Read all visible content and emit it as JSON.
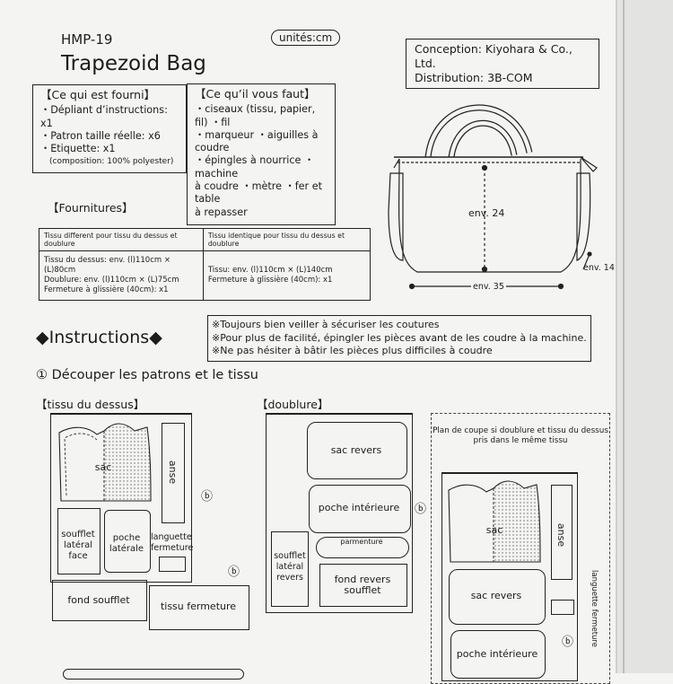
{
  "header": {
    "code": "HMP-19",
    "title": "Trapezoid Bag",
    "units": "unités:cm",
    "conception": "Conception: Kiyohara & Co., Ltd.",
    "distribution": "Distribution: 3B-COM"
  },
  "supplied": {
    "heading": "【Ce qui est fourni】",
    "items": [
      "・Dépliant d’instructions: x1",
      "・Patron taille réelle: x6",
      "・Etiquette: x1"
    ],
    "note": "(composition: 100% polyester)"
  },
  "needed": {
    "heading": "【Ce qu’il vous faut】",
    "lines": [
      "・ciseaux (tissu, papier, fil) ・fil",
      "・marqueur ・aiguilles à coudre",
      "・épingles à nourrice ・machine",
      "à coudre ・mètre ・fer et table",
      "à repasser"
    ]
  },
  "supplies": {
    "heading": "【Fournitures】",
    "col1_header": "Tissu different pour tissu du dessus et doublure",
    "col2_header": "Tissu identique pour tissu du dessus et doublure",
    "col1_lines": [
      "Tissu du dessus: env. (l)110cm × (L)80cm",
      "Doublure: env. (l)110cm × (L)75cm",
      "Fermeture à glissière (40cm): x1"
    ],
    "col2_lines": [
      "Tissu: env. (l)110cm × (L)140cm",
      "Fermeture à glissière (40cm): x1"
    ]
  },
  "bag_dims": {
    "height": "env. 24",
    "width": "env. 35",
    "depth": "env. 14"
  },
  "instructions": {
    "heading": "◆Instructions◆",
    "notes": [
      "※Toujours bien veiller à sécuriser les coutures",
      "※Pour plus de facilité, épingler les pièces avant de les coudre à la machine.",
      "※Ne pas hésiter à bâtir les pièces plus difficiles à coudre"
    ],
    "step1": "① Découper les patrons et le tissu"
  },
  "layouts": {
    "outer": {
      "label": "【tissu du dessus】",
      "sac": "sac",
      "anse": "anse",
      "soufflet": "soufflet latéral face",
      "poche": "poche latérale",
      "languette": "languette fermeture",
      "fond": "fond soufflet",
      "tissu_fermeture": "tissu fermeture",
      "mark": "ⓑ"
    },
    "lining": {
      "label": "【doublure】",
      "sac_revers": "sac revers",
      "poche_int": "poche intérieure",
      "parmenture": "parmenture",
      "soufflet": "soufflet latéral revers",
      "fond": "fond revers soufflet",
      "mark": "ⓑ"
    },
    "same": {
      "title": "Plan de coupe si doublure et tissu du dessus pris dans le même tissu",
      "sac": "sac",
      "anse": "anse",
      "sac_revers": "sac revers",
      "languette": "languette fermeture",
      "poche_int": "poche intérieure",
      "mark": "ⓑ"
    }
  }
}
